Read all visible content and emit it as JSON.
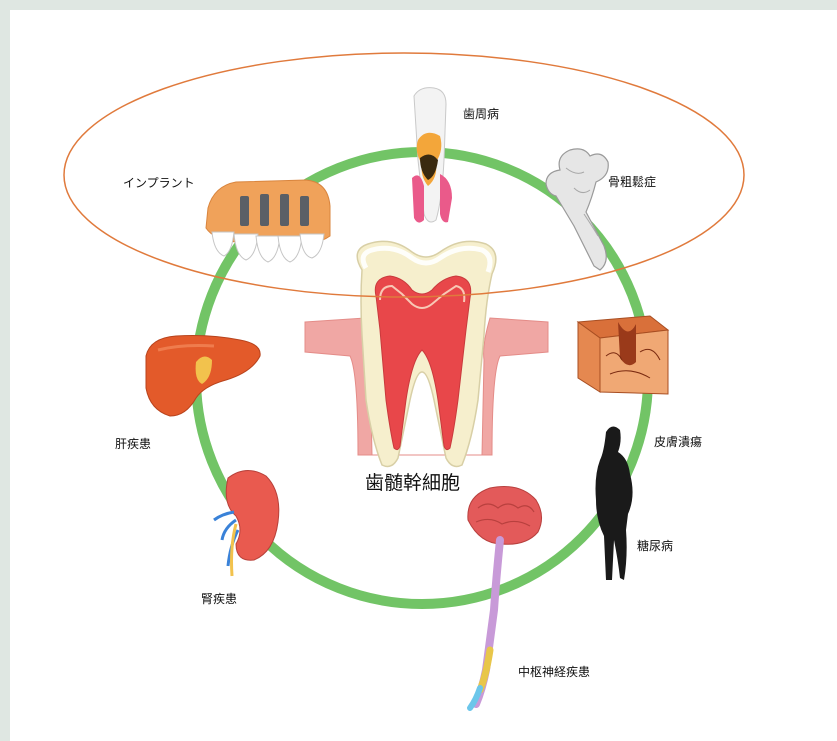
{
  "center": {
    "label": "歯髄幹細胞"
  },
  "applications": {
    "periodontal": "歯周病",
    "osteoporosis": "骨粗鬆症",
    "implant": "インプラント",
    "liver": "肝疾患",
    "skin": "皮膚潰瘍",
    "diabetes": "糖尿病",
    "kidney": "腎疾患",
    "cns": "中枢神経疾患"
  },
  "colors": {
    "circle": "#72c466",
    "ellipse": "#e07a3c",
    "tooth_pulp": "#e8474a",
    "gum": "#f0a7a4",
    "dentin": "#f4ecc4"
  }
}
